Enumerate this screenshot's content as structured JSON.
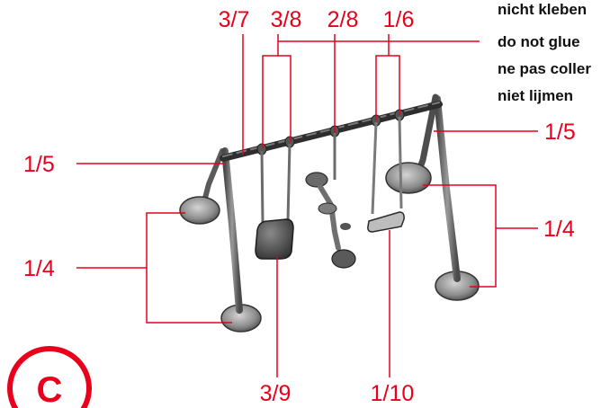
{
  "labels": {
    "top_left_37": "3/7",
    "top_38": "3/8",
    "top_28": "2/8",
    "top_16": "1/6",
    "left_15": "1/5",
    "right_15": "1/5",
    "left_14": "1/4",
    "right_14": "1/4",
    "bottom_39": "3/9",
    "bottom_110": "1/10"
  },
  "glue_note": [
    "nicht kleben",
    "do not glue",
    "ne pas coller",
    "niet lijmen"
  ],
  "step_badge": "C",
  "colors": {
    "accent": "#e8001c",
    "text": "#111111",
    "part_dark": "#3a3a3a",
    "part_mid": "#6f6f6f",
    "part_light": "#b5b5b5"
  }
}
